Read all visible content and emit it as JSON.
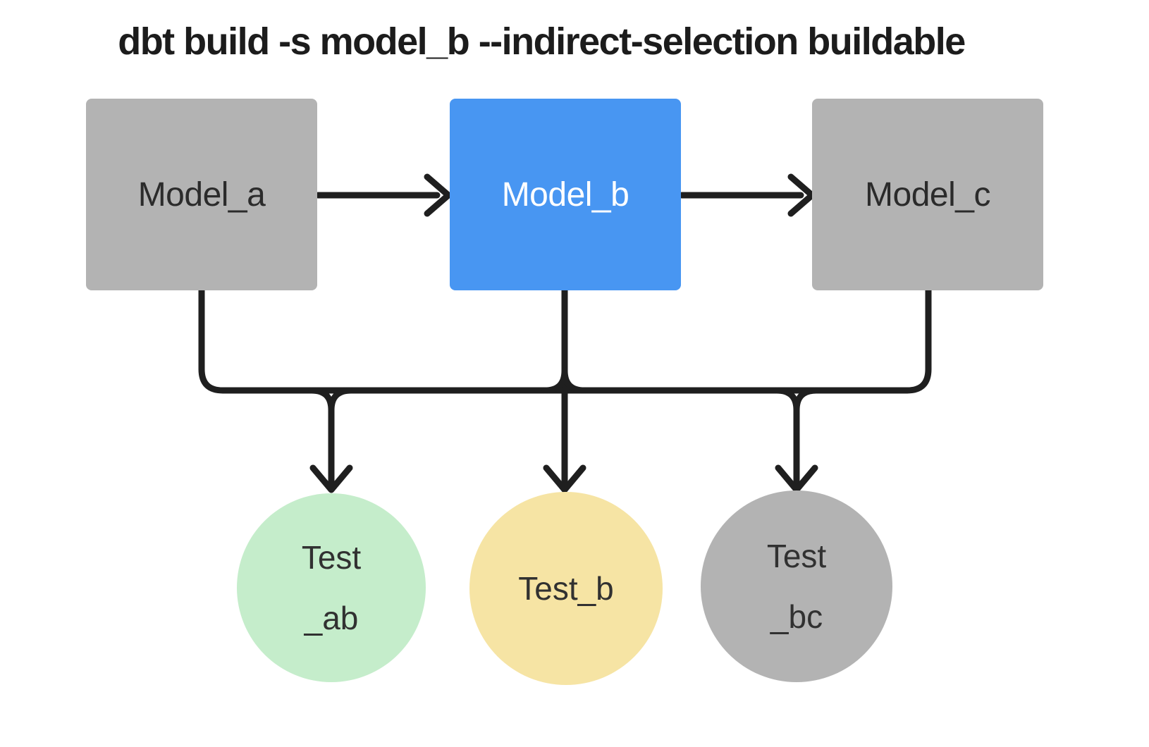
{
  "title": "dbt build -s model_b --indirect-selection buildable",
  "colors": {
    "background": "#ffffff",
    "line": "#1f1f1f",
    "title_text": "#1c1c1c",
    "model_fill": "#b3b3b3",
    "model_selected_fill": "#4896f2",
    "model_text": "#2b2b2b",
    "model_selected_text": "#ffffff",
    "test_ab_fill": "#c5edcb",
    "test_b_fill": "#f6e4a4",
    "test_bc_fill": "#b3b3b3",
    "test_text": "#313131"
  },
  "nodes": {
    "model_a": {
      "label": "Model_a",
      "type": "model",
      "fill": "#b3b3b3",
      "text_color": "#2b2b2b"
    },
    "model_b": {
      "label": "Model_b",
      "type": "model",
      "selected": true,
      "fill": "#4896f2",
      "text_color": "#ffffff"
    },
    "model_c": {
      "label": "Model_c",
      "type": "model",
      "fill": "#b3b3b3",
      "text_color": "#2b2b2b"
    },
    "test_ab": {
      "lines": [
        "Test",
        "_ab"
      ],
      "type": "test",
      "fill": "#c5edcb",
      "text_color": "#313131"
    },
    "test_b": {
      "lines": [
        "Test_b"
      ],
      "type": "test",
      "fill": "#f6e4a4",
      "text_color": "#313131"
    },
    "test_bc": {
      "lines": [
        "Test",
        "_bc"
      ],
      "type": "test",
      "fill": "#b3b3b3",
      "text_color": "#313131"
    }
  },
  "edges": [
    {
      "from": "model_a",
      "to": "model_b"
    },
    {
      "from": "model_b",
      "to": "model_c"
    },
    {
      "from": "model_a",
      "to": "test_ab"
    },
    {
      "from": "model_b",
      "to": "test_ab"
    },
    {
      "from": "model_b",
      "to": "test_b"
    },
    {
      "from": "model_b",
      "to": "test_bc"
    },
    {
      "from": "model_c",
      "to": "test_bc"
    }
  ]
}
